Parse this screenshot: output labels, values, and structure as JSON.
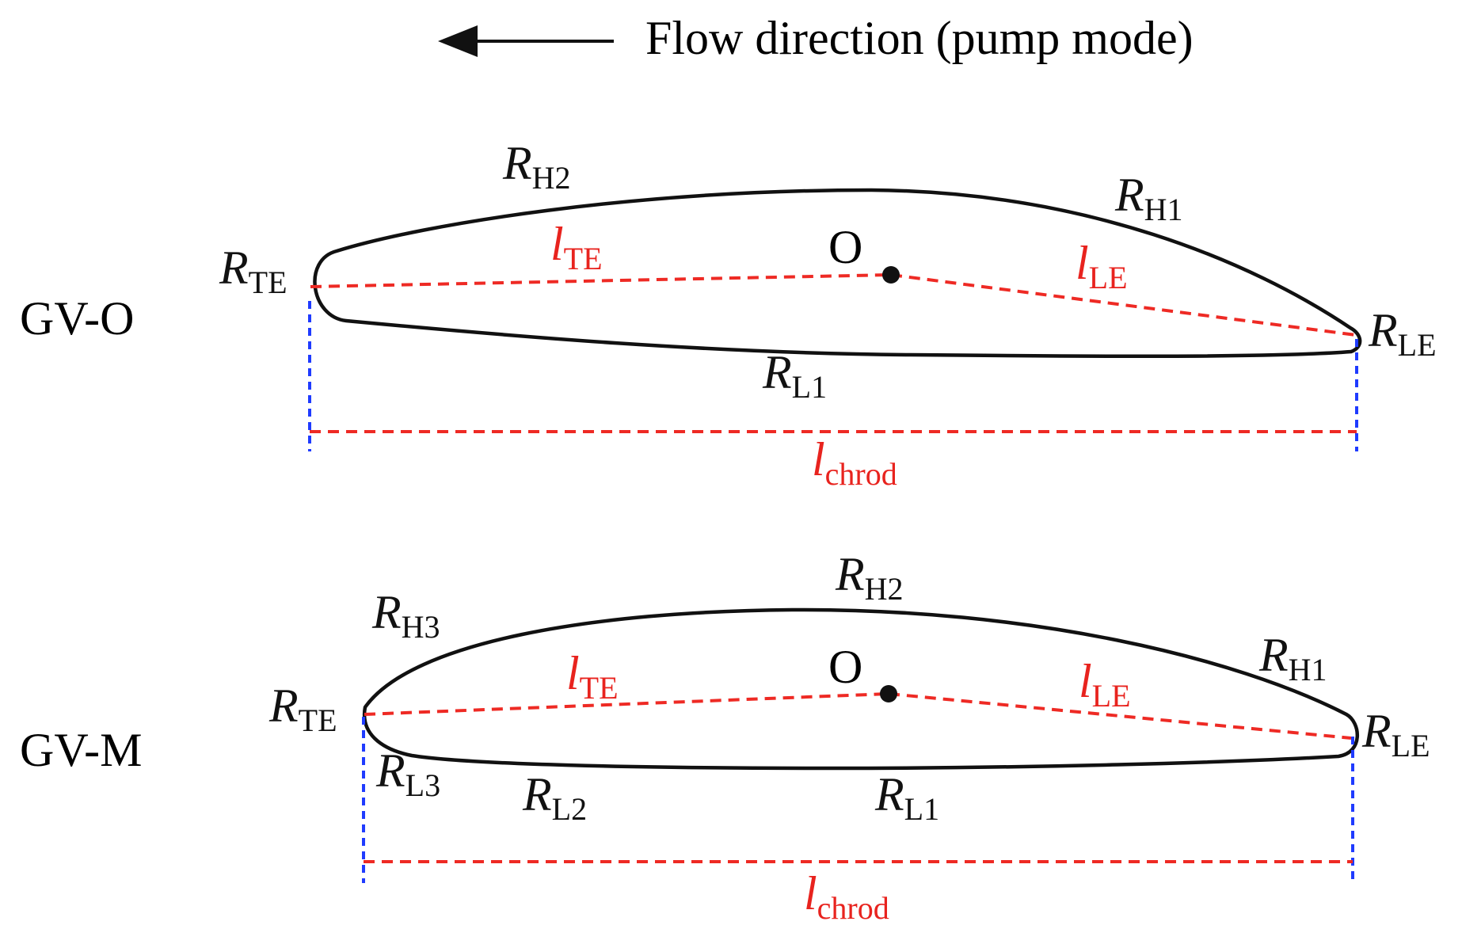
{
  "header": {
    "flow_label": "Flow direction (pump mode)"
  },
  "colors": {
    "profile": "#111111",
    "dimension": "#ee2a24",
    "edge_marker": "#1f3bff"
  },
  "panels": [
    {
      "name": "GV-O",
      "labels": {
        "R_TE": {
          "main": "R",
          "sub": "TE"
        },
        "R_LE": {
          "main": "R",
          "sub": "LE"
        },
        "R_H1": {
          "main": "R",
          "sub": "H1"
        },
        "R_H2": {
          "main": "R",
          "sub": "H2"
        },
        "R_L1": {
          "main": "R",
          "sub": "L1"
        },
        "l_TE": {
          "main": "l",
          "sub": "TE"
        },
        "l_LE": {
          "main": "l",
          "sub": "LE"
        },
        "l_chord": {
          "main": "l",
          "sub": "chrod"
        },
        "center": "O"
      }
    },
    {
      "name": "GV-M",
      "labels": {
        "R_TE": {
          "main": "R",
          "sub": "TE"
        },
        "R_LE": {
          "main": "R",
          "sub": "LE"
        },
        "R_H1": {
          "main": "R",
          "sub": "H1"
        },
        "R_H2": {
          "main": "R",
          "sub": "H2"
        },
        "R_H3": {
          "main": "R",
          "sub": "H3"
        },
        "R_L1": {
          "main": "R",
          "sub": "L1"
        },
        "R_L2": {
          "main": "R",
          "sub": "L2"
        },
        "R_L3": {
          "main": "R",
          "sub": "L3"
        },
        "l_TE": {
          "main": "l",
          "sub": "TE"
        },
        "l_LE": {
          "main": "l",
          "sub": "LE"
        },
        "l_chord": {
          "main": "l",
          "sub": "chrod"
        },
        "center": "O"
      }
    }
  ]
}
